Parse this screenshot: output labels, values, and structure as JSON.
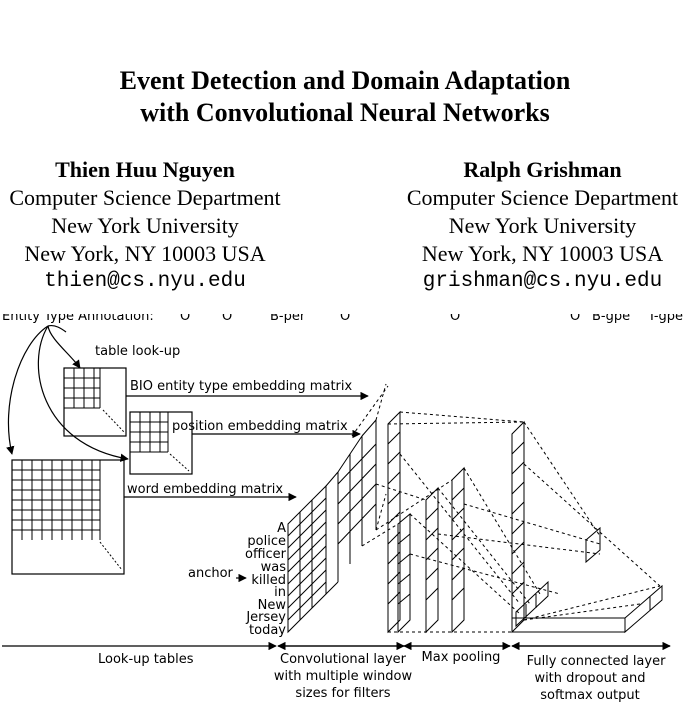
{
  "paper": {
    "title_line1": "Event Detection and Domain Adaptation",
    "title_line2": "with Convolutional Neural Networks",
    "authors": [
      {
        "name": "Thien Huu Nguyen",
        "dept": "Computer Science Department",
        "univ": "New York University",
        "addr": "New York, NY 10003 USA",
        "email": "thien@cs.nyu.edu"
      },
      {
        "name": "Ralph Grishman",
        "dept": "Computer Science Department",
        "univ": "New York University",
        "addr": "New York, NY 10003 USA",
        "email": "grishman@cs.nyu.edu"
      }
    ]
  },
  "figure": {
    "top_label": "Entity Type Annotation:",
    "top_tags": [
      "O",
      "O",
      "B-per",
      "O",
      "O",
      "O",
      "B-gpe",
      "I-gpe"
    ],
    "lookup_label": "table look-up",
    "bio_label": "BIO entity type embedding matrix",
    "position_label": "position embedding matrix",
    "word_label": "word embedding matrix",
    "anchor_label": "anchor",
    "words": [
      "A",
      "police",
      "officer",
      "was",
      "killed",
      "in",
      "New",
      "Jersey",
      "today"
    ],
    "stage_lookup": "Look-up tables",
    "stage_conv": [
      "Convolutional layer",
      "with multiple window",
      "sizes for filters"
    ],
    "stage_pool": "Max pooling",
    "stage_fc": [
      "Fully connected layer",
      "with dropout and",
      "softmax output"
    ]
  }
}
